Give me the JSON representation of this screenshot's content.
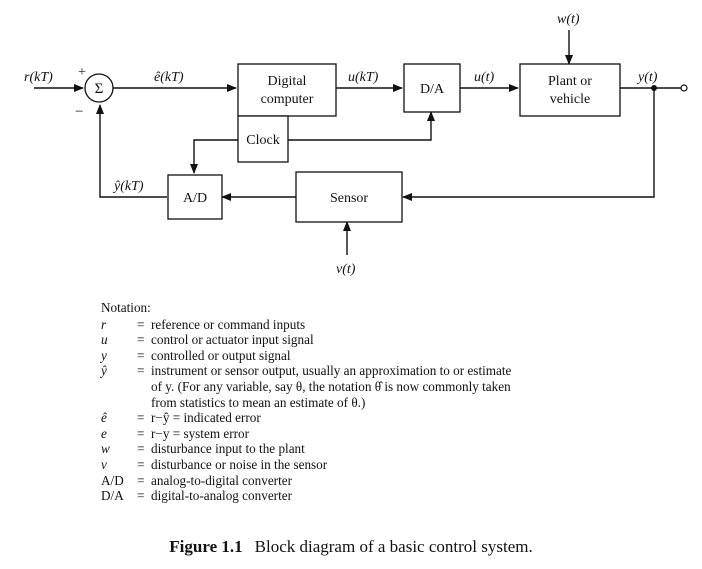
{
  "diagram": {
    "signals": {
      "r": "r(kT)",
      "e_hat": "ê(kT)",
      "u_kT": "u(kT)",
      "u_t": "u(t)",
      "w": "w(t)",
      "y": "y(t)",
      "y_hat": "ŷ(kT)",
      "v": "v(t)",
      "plus": "+",
      "minus": "−"
    },
    "blocks": {
      "summer": "Σ",
      "computer_line1": "Digital",
      "computer_line2": "computer",
      "da": "D/A",
      "plant_line1": "Plant or",
      "plant_line2": "vehicle",
      "clock": "Clock",
      "ad": "A/D",
      "sensor": "Sensor"
    }
  },
  "notation": {
    "title": "Notation:",
    "entries": [
      {
        "sym": "r",
        "eq": "=",
        "lines": [
          "reference or command inputs"
        ]
      },
      {
        "sym": "u",
        "eq": "=",
        "lines": [
          "control or actuator input signal"
        ]
      },
      {
        "sym": "y",
        "eq": "=",
        "lines": [
          "controlled or output signal"
        ]
      },
      {
        "sym": "ŷ",
        "eq": "=",
        "lines": [
          "instrument or sensor output, usually an approximation to or estimate",
          "of y. (For any variable, say θ, the notation θ̂ is now commonly taken",
          "from statistics to mean an estimate of θ.)"
        ]
      },
      {
        "sym": "ê",
        "eq": "=",
        "lines": [
          "r−ŷ = indicated error"
        ]
      },
      {
        "sym": "e",
        "eq": "=",
        "lines": [
          "r−y = system error"
        ]
      },
      {
        "sym": "w",
        "eq": "=",
        "lines": [
          "disturbance input to the plant"
        ]
      },
      {
        "sym": "v",
        "eq": "=",
        "lines": [
          "disturbance or noise in the sensor"
        ]
      },
      {
        "sym": "A/D",
        "eq": "=",
        "lines": [
          "analog-to-digital converter"
        ]
      },
      {
        "sym": "D/A",
        "eq": "=",
        "lines": [
          "digital-to-analog converter"
        ]
      }
    ]
  },
  "caption": {
    "number": "Figure 1.1",
    "text": "Block diagram of a basic control system."
  }
}
